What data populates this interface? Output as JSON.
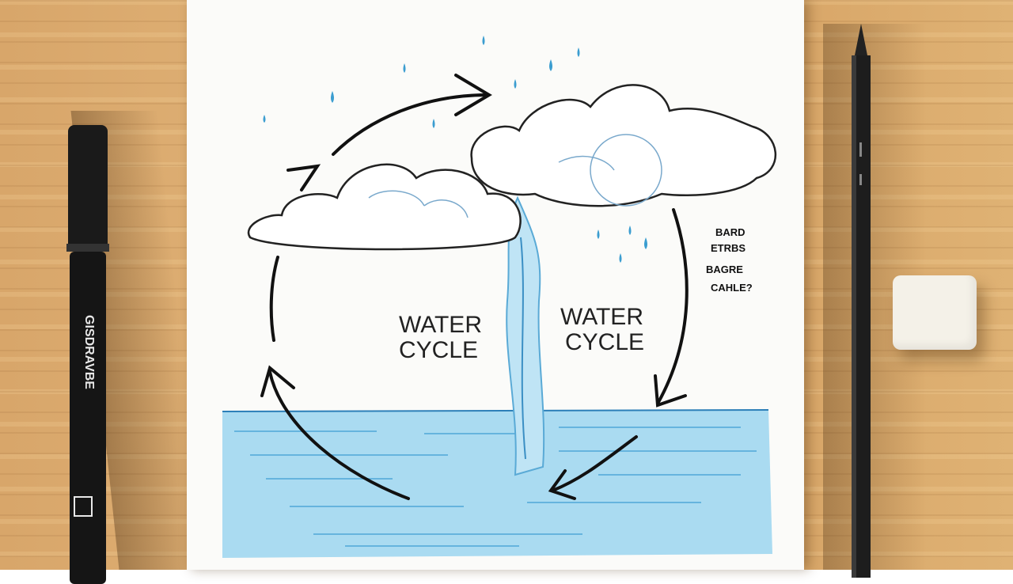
{
  "diagram": {
    "label_left": [
      "WATER",
      "CYCLE"
    ],
    "label_right": [
      "WATER",
      "CYCLE"
    ],
    "side_note": [
      "BARD",
      "ETRBS",
      "BAGRE",
      "CAHLE?"
    ]
  },
  "marker": {
    "imprint": "GISDRAVBE"
  },
  "colors": {
    "water": "#7ec7e8",
    "ink": "#111111",
    "drop": "#3b9dd0",
    "desk": "#d9a96b"
  }
}
